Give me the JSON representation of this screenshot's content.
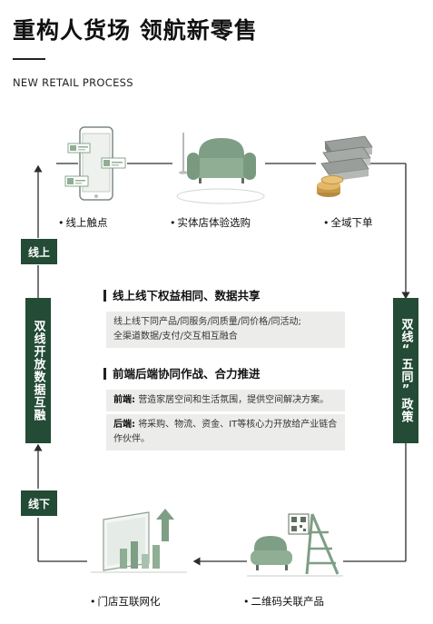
{
  "header": {
    "title": "重构人货场 领航新零售",
    "subtitle": "NEW RETAIL PROCESS"
  },
  "nodes": {
    "online_touch": "线上触点",
    "store_experience": "实体店体验选购",
    "omni_order": "全域下单",
    "store_network": "门店互联网化",
    "qr_products": "二维码关联产品"
  },
  "tags": {
    "online": "线上",
    "offline": "线下",
    "left_vertical": "双线开放数据互融",
    "right_vertical": "双线“五同”政策"
  },
  "section1": {
    "heading": "线上线下权益相同、数据共享",
    "line1": "线上线下同产品/同服务/同质量/同价格/同活动;",
    "line2": "全渠道数据/支付/交互相互融合"
  },
  "section2": {
    "heading": "前端后端协同作战、合力推进",
    "front_label": "前端:",
    "front_text": "营造家居空间和生活氛围，提供空间解决方案。",
    "back_label": "后端:",
    "back_text": "将采购、物流、资金、IT等核心力开放给产业链合作伙伴。"
  },
  "colors": {
    "brand_green": "#234b36",
    "sage": "#8fae93",
    "panel_grey": "#ececea"
  }
}
